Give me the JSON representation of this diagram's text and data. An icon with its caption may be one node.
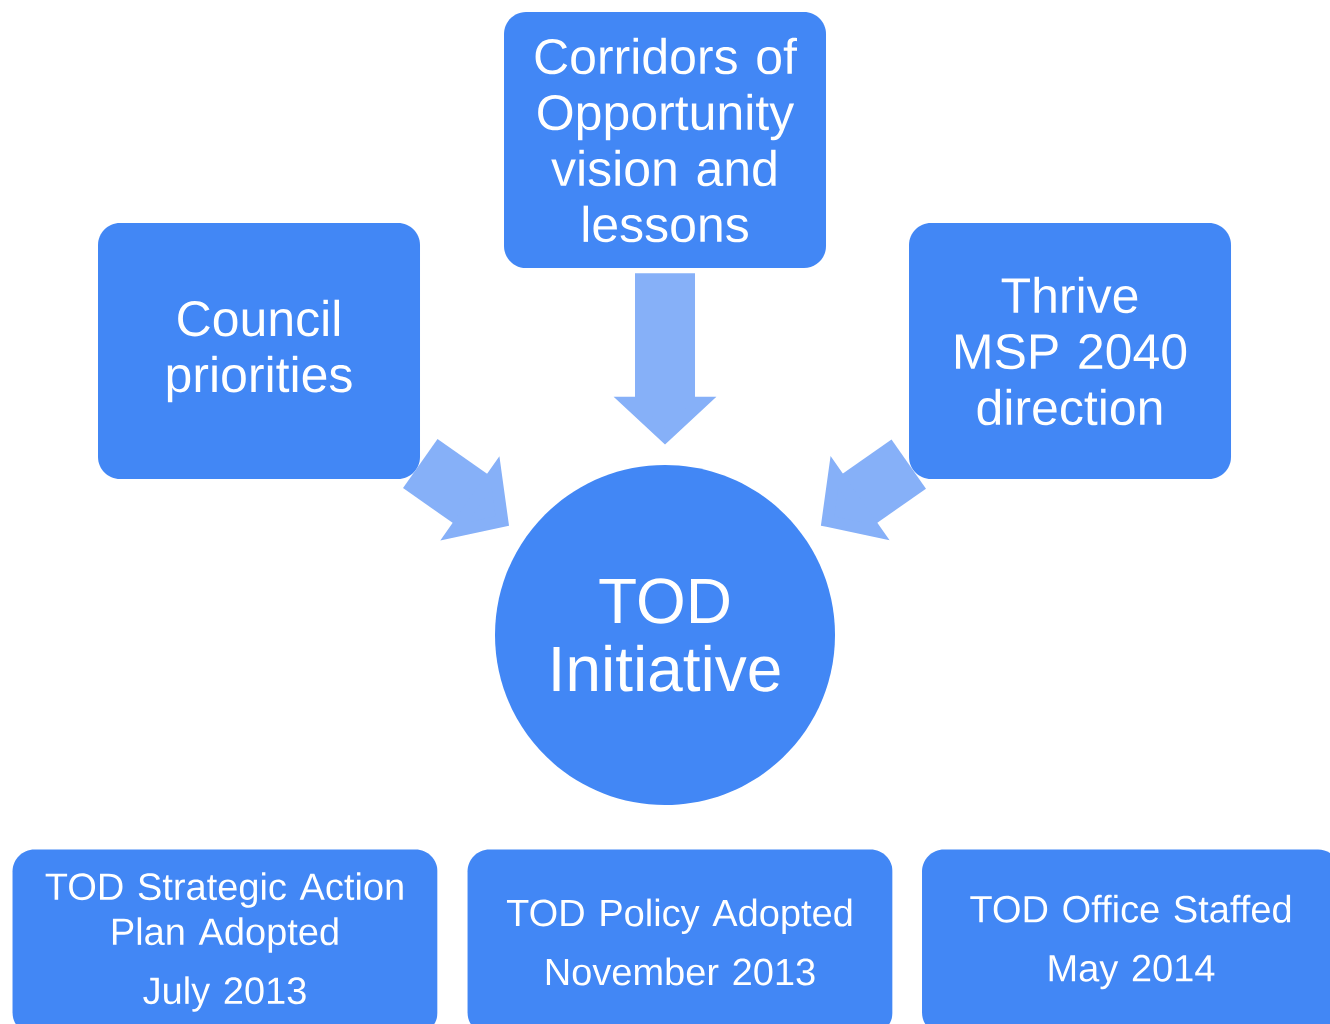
{
  "diagram": {
    "nodes": [
      {
        "text": [
          "Council priorities"
        ]
      },
      {
        "text": [
          "Corridors of Opportunity vision and lessons"
        ]
      },
      {
        "text": [
          "Thrive MSP 2040 direction"
        ]
      },
      {
        "text": [
          "TOD Initiative"
        ]
      },
      {
        "text": [
          "TOD Strategic Action Plan Adopted",
          "July 2013"
        ]
      },
      {
        "text": [
          "TOD Policy Adopted",
          "November 2013"
        ]
      },
      {
        "text": [
          "TOD Office Staffed",
          "May 2014"
        ]
      }
    ],
    "edges": [
      {
        "from": 0,
        "to": 3,
        "arrow": "to"
      },
      {
        "from": 1,
        "to": 3,
        "arrow": "to"
      },
      {
        "from": 2,
        "to": 3,
        "arrow": "to"
      }
    ]
  }
}
